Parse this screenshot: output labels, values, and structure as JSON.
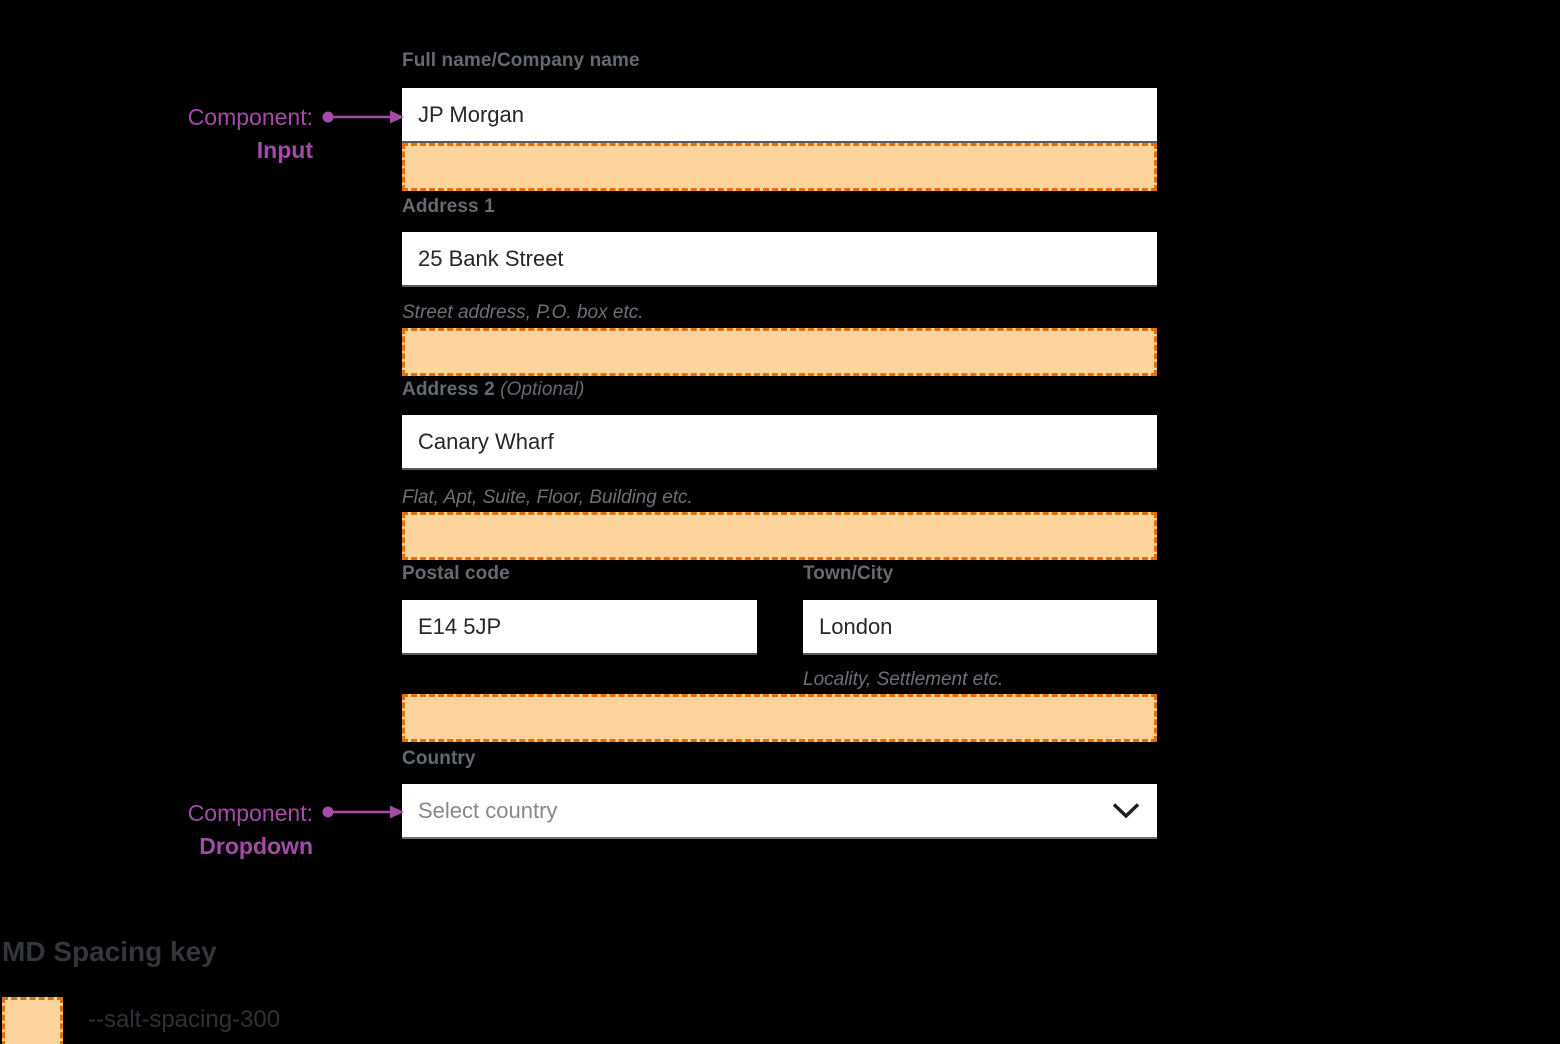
{
  "form": {
    "full_name": {
      "label": "Full name/Company name",
      "value": "JP Morgan"
    },
    "address1": {
      "label": "Address 1",
      "value": "25 Bank Street",
      "helper": "Street address, P.O. box etc."
    },
    "address2": {
      "label": "Address 2",
      "label_suffix": "(Optional)",
      "value": "Canary Wharf",
      "helper": "Flat, Apt, Suite, Floor, Building etc."
    },
    "postal_code": {
      "label": "Postal code",
      "value": "E14 5JP"
    },
    "town_city": {
      "label": "Town/City",
      "value": "London",
      "helper": "Locality, Settlement etc."
    },
    "country": {
      "label": "Country",
      "placeholder": "Select country"
    }
  },
  "annotations": {
    "input": {
      "prefix": "Component:",
      "component": "Input"
    },
    "dropdown": {
      "prefix": "Component:",
      "component": "Dropdown"
    }
  },
  "spacing_key": {
    "title": "MD Spacing key",
    "token": "--salt-spacing-300"
  },
  "icons": {
    "chevron": "chevron-down-icon"
  },
  "colors": {
    "background": "#000000",
    "spacing_fill": "#fcd39b",
    "spacing_border": "#e0700e",
    "annotation_purple": "#a44ba8",
    "label_gray": "#646a72",
    "helper_gray": "#6b7078",
    "value_dark": "#24272c",
    "input_border": "#565b63",
    "placeholder_gray": "#84888f"
  }
}
